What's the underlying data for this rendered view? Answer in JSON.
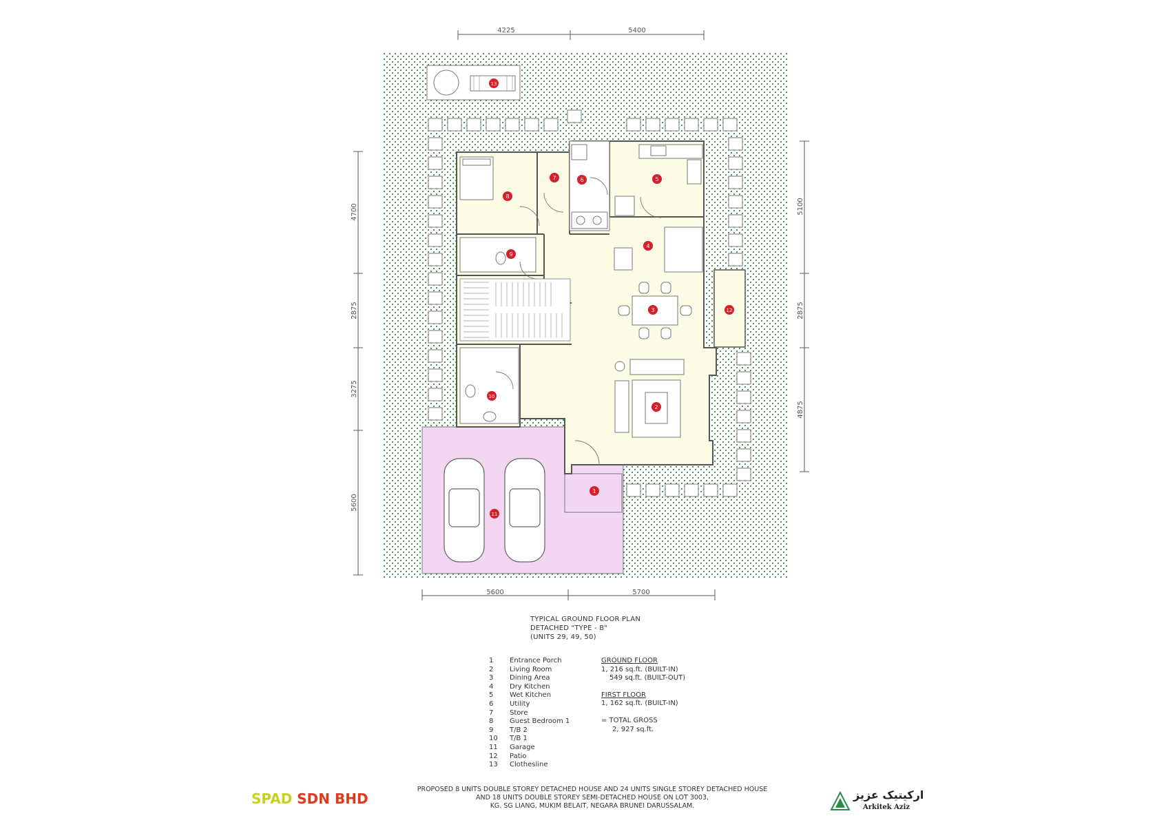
{
  "dimensions": {
    "top": [
      "4225",
      "5400"
    ],
    "bottom": [
      "5600",
      "5700"
    ],
    "left": [
      "4700",
      "2875",
      "3275",
      "5600"
    ],
    "right": [
      "5100",
      "2875",
      "4875"
    ]
  },
  "room_markers": [
    "1",
    "2",
    "3",
    "4",
    "5",
    "6",
    "7",
    "8",
    "9",
    "10",
    "11",
    "12",
    "13"
  ],
  "caption": {
    "line1": "TYPICAL GROUND FLOOR PLAN",
    "line2": "DETACHED \"TYPE - B\"",
    "line3": "(UNITS 29, 49, 50)"
  },
  "legend": [
    {
      "num": "1",
      "label": "Entrance Porch"
    },
    {
      "num": "2",
      "label": "Living Room"
    },
    {
      "num": "3",
      "label": "Dining Area"
    },
    {
      "num": "4",
      "label": "Dry Kitchen"
    },
    {
      "num": "5",
      "label": "Wet Kitchen"
    },
    {
      "num": "6",
      "label": "Utility"
    },
    {
      "num": "7",
      "label": "Store"
    },
    {
      "num": "8",
      "label": "Guest Bedroom 1"
    },
    {
      "num": "9",
      "label": "T/B 2"
    },
    {
      "num": "10",
      "label": "T/B 1"
    },
    {
      "num": "11",
      "label": "Garage"
    },
    {
      "num": "12",
      "label": "Patio"
    },
    {
      "num": "13",
      "label": "Clothesline"
    }
  ],
  "areas": {
    "ground_heading": "GROUND FLOOR",
    "ground_1": "1, 216 sq.ft. (BUILT-IN)",
    "ground_2": "549 sq.ft. (BUILT-OUT)",
    "first_heading": "FIRST FLOOR",
    "first_1": "1, 162 sq.ft. (BUILT-IN)",
    "total_1": "=   TOTAL GROSS",
    "total_2": "2, 927 sq.ft."
  },
  "company": {
    "spad": "SPAD",
    "sdn": "SDN BHD",
    "spad_color": "#c8d21e",
    "sdn_color": "#e03a1e"
  },
  "footer": {
    "line1": "PROPOSED 8 UNITS DOUBLE STOREY DETACHED HOUSE AND 24 UNITS SINGLE STOREY DETACHED HOUSE",
    "line2": "AND 18 UNITS DOUBLE STOREY SEMI-DETACHED HOUSE ON LOT 3003,",
    "line3": "KG. SG LIANG, MUKIM BELAIT, NEGARA BRUNEI DARUSSALAM."
  },
  "logo": {
    "arabic": "ارکيتيک عزيز",
    "latin": "Arkitek Aziz"
  },
  "colors": {
    "floor": "#fbfbe6",
    "garage": "#f3d6f1",
    "grass_dot": "#1f7a3a",
    "marker": "#d61f2a",
    "wall": "#555555"
  }
}
